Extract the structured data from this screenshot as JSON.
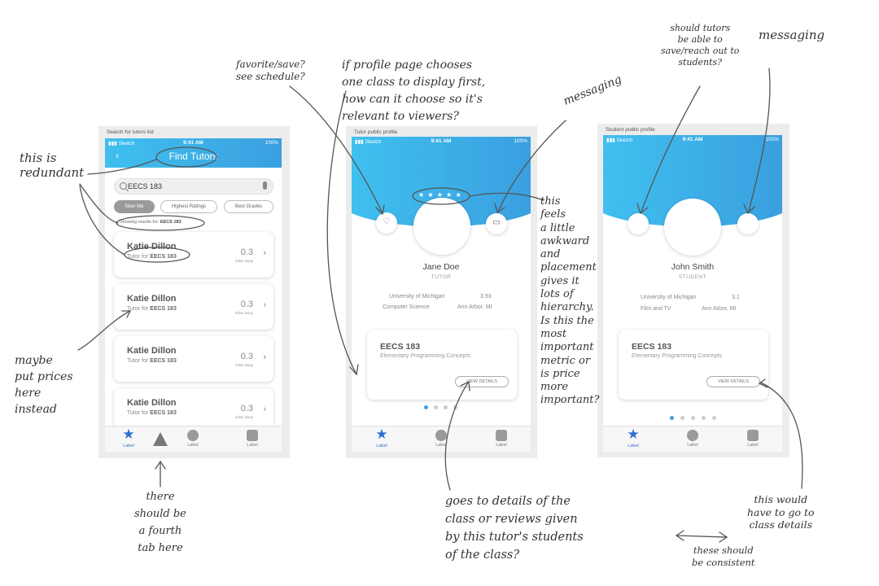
{
  "boards": {
    "search_label": "Search for tutors list",
    "tutor_label": "Tutor public profile",
    "student_label": "Student public profile"
  },
  "status_bar": {
    "carrier": "Sketch",
    "time": "9:41 AM",
    "battery": "100%"
  },
  "find_tutors": {
    "back_glyph": "‹",
    "title": "Find Tutors",
    "search_value": "EECS 183",
    "chips": [
      "Near Me",
      "Highest Ratings",
      "Best Grades"
    ],
    "results_prefix": "Showing results for:",
    "results_query": "EECS 183",
    "cards": [
      {
        "name": "Katie Dillon",
        "sub_prefix": "Tutor for",
        "course": "EECS 183",
        "distance": "0.3",
        "unit": "miles away"
      },
      {
        "name": "Katie Dillon",
        "sub_prefix": "Tutor for",
        "course": "EECS 183",
        "distance": "0.3",
        "unit": "miles away"
      },
      {
        "name": "Katie Dillon",
        "sub_prefix": "Tutor for",
        "course": "EECS 183",
        "distance": "0.3",
        "unit": "miles away"
      },
      {
        "name": "Katie Dillon",
        "sub_prefix": "Tutor for",
        "course": "EECS 183",
        "distance": "0.3",
        "unit": "miles away"
      }
    ]
  },
  "tabbar": {
    "labels": [
      "Label",
      "Label",
      "Label"
    ]
  },
  "tutor_profile": {
    "name": "Jane Doe",
    "role": "TUTOR",
    "school": "University of Michigan",
    "gpa": "3.93",
    "major": "Computer Science",
    "location": "Ann Arbor, MI",
    "stars": "★ ★ ★ ★ ★",
    "class_code": "EECS 183",
    "class_name": "Elementary Programming Concepts",
    "button": "VIEW DETAILS",
    "tabbar": [
      "Label",
      "Label",
      "Label"
    ]
  },
  "student_profile": {
    "name": "John Smith",
    "role": "STUDENT",
    "school": "University of Michigan",
    "gpa": "3.1",
    "major": "Film and TV",
    "location": "Ann Arbor, MI",
    "class_code": "EECS 183",
    "class_name": "Elementary Programming Concepts",
    "button": "VIEW DETAILS",
    "tabbar": [
      "Label",
      "Label",
      "Label"
    ]
  },
  "annotations": {
    "redundant": "this is\nredundant",
    "prices": "maybe\nput prices\nhere\ninstead",
    "fourth_tab": "there\nshould be\na fourth\ntab here",
    "favorite": "favorite/save?\nsee schedule?",
    "profile_page": "if profile page chooses\none class to display first,\nhow can it choose so it's\nrelevant to viewers?",
    "messaging_tutor": "messaging",
    "awkward": "this\nfeels\na little\nawkward\nand\nplacement\ngives it\nlots of\nhierarchy.\nIs this the\nmost\nimportant\nmetric or\nis price\nmore\nimportant?",
    "goes_to": "goes to details of the\nclass or reviews given\nby this tutor's students\nof the class?",
    "should_tutors": "should tutors\nbe able to\nsave/reach out to\nstudents?",
    "messaging_student": "messaging",
    "class_details": "this would\nhave to go to\nclass details",
    "consistent": "these should\nbe consistent"
  }
}
